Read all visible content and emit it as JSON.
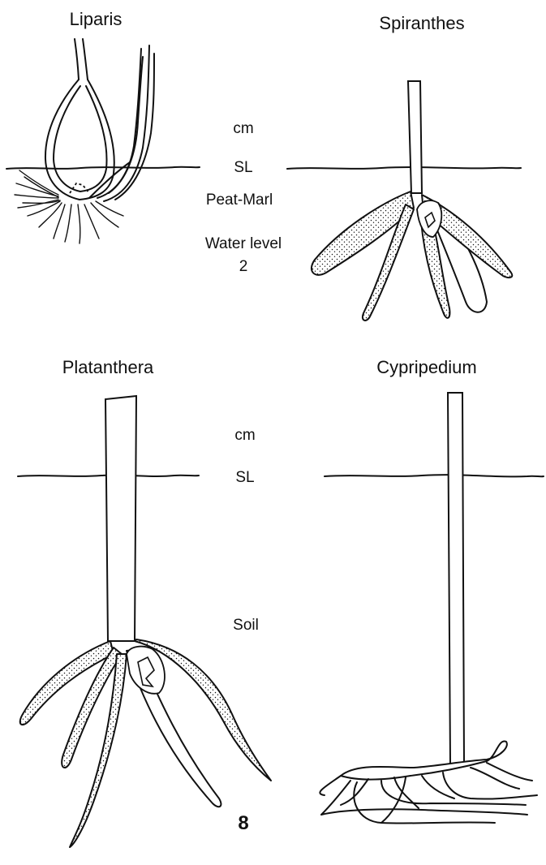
{
  "panels": {
    "liparis": {
      "label": "Liparis"
    },
    "spiranthes": {
      "label": "Spiranthes"
    },
    "platanthera": {
      "label": "Platanthera"
    },
    "cypripedium": {
      "label": "Cypripedium"
    }
  },
  "upper_scale": {
    "unit": "cm",
    "surface": "SL",
    "substrate": "Peat-Marl",
    "water_level": "Water level",
    "depth": "2"
  },
  "lower_scale": {
    "unit": "cm",
    "surface": "SL",
    "substrate": "Soil"
  },
  "figure_number": "8",
  "colors": {
    "ink": "#111111",
    "background": "#ffffff"
  }
}
